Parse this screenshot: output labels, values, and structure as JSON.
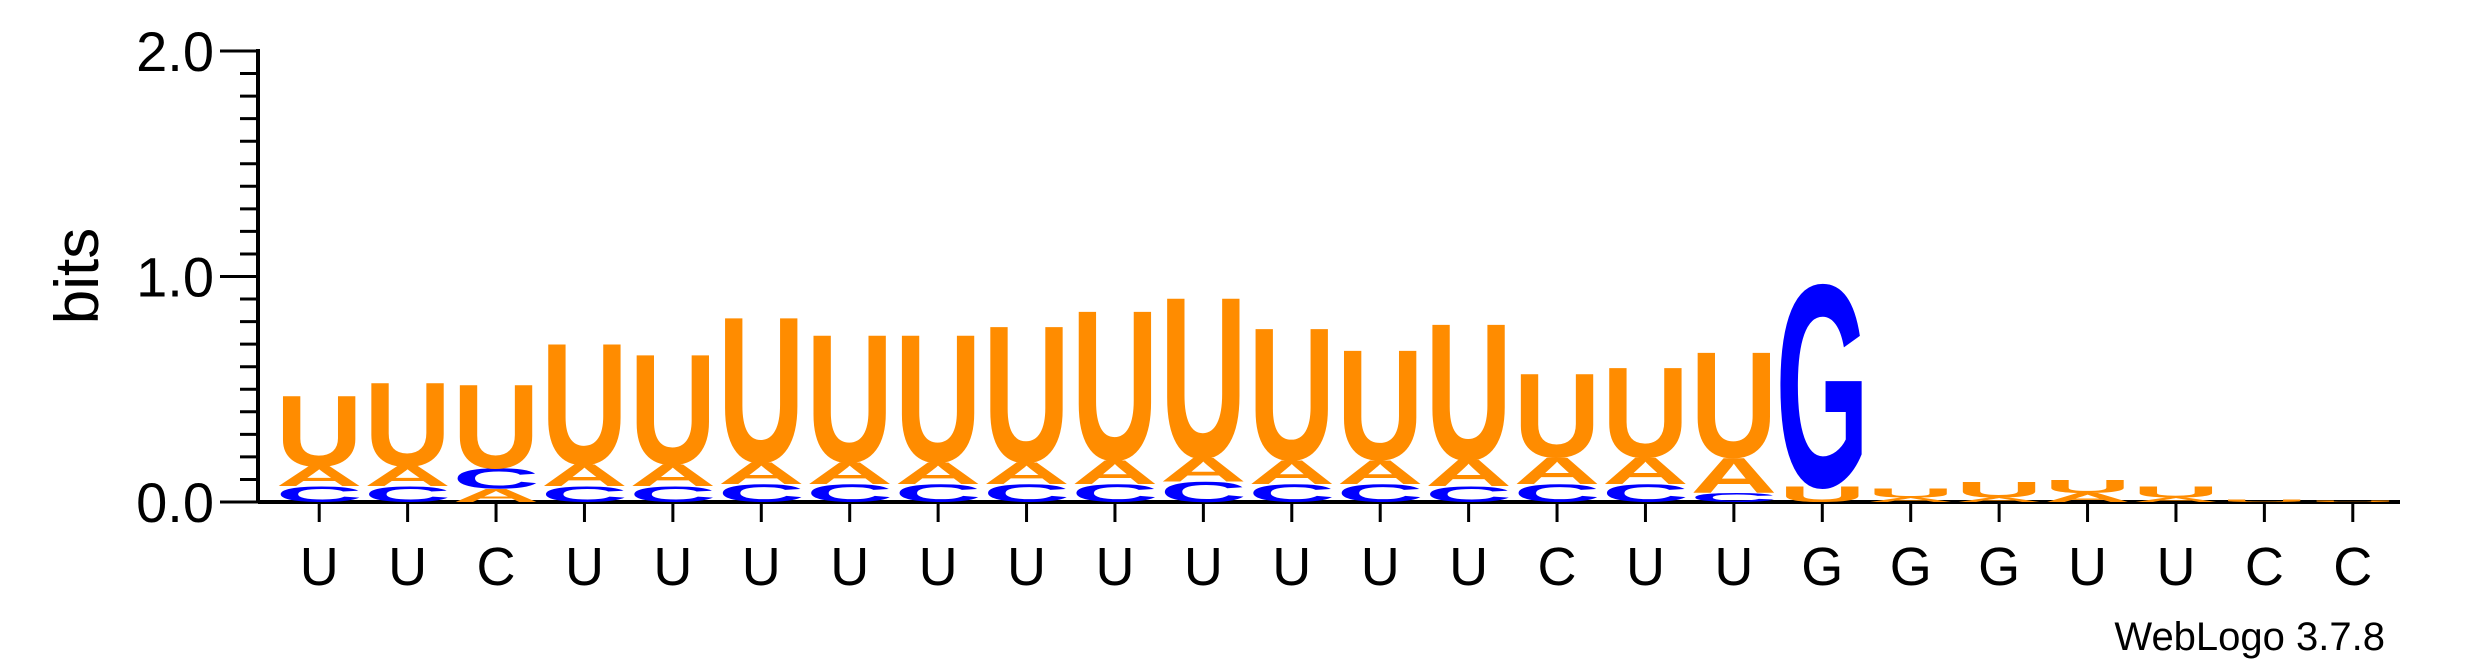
{
  "chart_data": {
    "type": "sequence_logo",
    "ylabel": "bits",
    "ylim": [
      0,
      2.0
    ],
    "y_ticks": [
      "0.0",
      "1.0",
      "2.0"
    ],
    "x_labels": [
      "U",
      "U",
      "C",
      "U",
      "U",
      "U",
      "U",
      "U",
      "U",
      "U",
      "U",
      "U",
      "U",
      "U",
      "C",
      "U",
      "U",
      "G",
      "G",
      "G",
      "U",
      "U",
      "C",
      "C"
    ],
    "colors": {
      "A": "#ff8c00",
      "C": "#0000ff",
      "G": "#0000ff",
      "U": "#ff8c00"
    },
    "positions": [
      [
        [
          "C",
          0.07
        ],
        [
          "A",
          0.09
        ],
        [
          "U",
          0.32
        ]
      ],
      [
        [
          "C",
          0.07
        ],
        [
          "A",
          0.09
        ],
        [
          "U",
          0.38
        ]
      ],
      [
        [
          "A",
          0.06
        ],
        [
          "C",
          0.09
        ],
        [
          "U",
          0.38
        ]
      ],
      [
        [
          "C",
          0.07
        ],
        [
          "A",
          0.1
        ],
        [
          "U",
          0.55
        ]
      ],
      [
        [
          "C",
          0.07
        ],
        [
          "A",
          0.1
        ],
        [
          "U",
          0.5
        ]
      ],
      [
        [
          "C",
          0.08
        ],
        [
          "A",
          0.1
        ],
        [
          "U",
          0.66
        ]
      ],
      [
        [
          "C",
          0.08
        ],
        [
          "A",
          0.1
        ],
        [
          "U",
          0.58
        ]
      ],
      [
        [
          "C",
          0.08
        ],
        [
          "A",
          0.1
        ],
        [
          "U",
          0.58
        ]
      ],
      [
        [
          "C",
          0.08
        ],
        [
          "A",
          0.1
        ],
        [
          "U",
          0.62
        ]
      ],
      [
        [
          "C",
          0.08
        ],
        [
          "A",
          0.11
        ],
        [
          "U",
          0.68
        ]
      ],
      [
        [
          "C",
          0.09
        ],
        [
          "A",
          0.11
        ],
        [
          "U",
          0.73
        ]
      ],
      [
        [
          "C",
          0.08
        ],
        [
          "A",
          0.11
        ],
        [
          "U",
          0.6
        ]
      ],
      [
        [
          "C",
          0.08
        ],
        [
          "A",
          0.11
        ],
        [
          "U",
          0.5
        ]
      ],
      [
        [
          "C",
          0.07
        ],
        [
          "A",
          0.12
        ],
        [
          "U",
          0.62
        ]
      ],
      [
        [
          "C",
          0.08
        ],
        [
          "A",
          0.12
        ],
        [
          "U",
          0.38
        ]
      ],
      [
        [
          "C",
          0.08
        ],
        [
          "A",
          0.12
        ],
        [
          "U",
          0.41
        ]
      ],
      [
        [
          "C",
          0.04
        ],
        [
          "A",
          0.16
        ],
        [
          "U",
          0.48
        ]
      ],
      [
        [
          "U",
          0.07
        ],
        [
          "G",
          0.92
        ]
      ],
      [
        [
          "A",
          0.02
        ],
        [
          "U",
          0.04
        ]
      ],
      [
        [
          "A",
          0.02
        ],
        [
          "U",
          0.07
        ]
      ],
      [
        [
          "A",
          0.04
        ],
        [
          "U",
          0.06
        ]
      ],
      [
        [
          "A",
          0.02
        ],
        [
          "U",
          0.05
        ]
      ],
      [
        [
          "U",
          0.01
        ]
      ],
      [
        [
          "U",
          0.005
        ]
      ]
    ]
  },
  "footer": {
    "credit": "WebLogo 3.7.8"
  }
}
